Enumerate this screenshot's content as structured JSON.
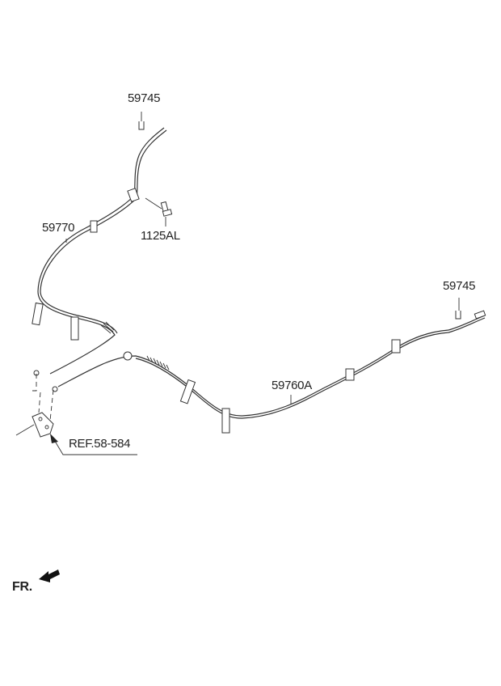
{
  "labels": {
    "clip_top": "59745",
    "cable_left": "59770",
    "bolt": "1125AL",
    "clip_right": "59745",
    "cable_right": "59760A",
    "reference": "REF.58-584",
    "front_indicator": "FR."
  }
}
